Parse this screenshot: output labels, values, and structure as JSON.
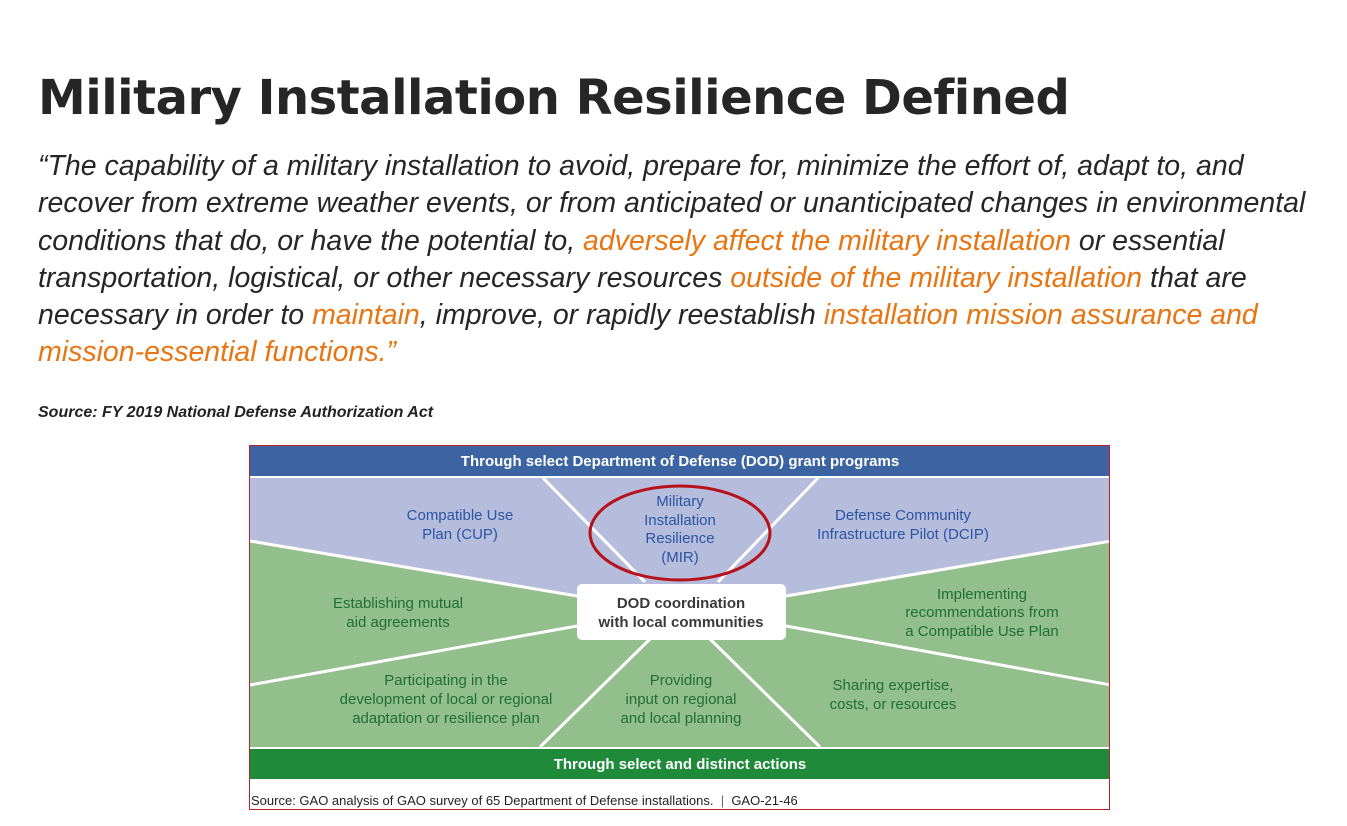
{
  "slide": {
    "title": "Military Installation Resilience Defined",
    "definition": {
      "open_quote": "“",
      "part1": "The capability of a military installation to avoid, prepare for, minimize the effort of, adapt to, and recover from extreme weather events, or from anticipated or unanticipated changes in environmental conditions that do, or have the potential to, ",
      "highlight1": "adversely affect the military installation",
      "part2": " or essential transportation, logistical, or other necessary resources ",
      "highlight2": "outside of the military installation",
      "part3": " that are necessary in order to ",
      "highlight3": "maintain",
      "part4": ", improve, or rapidly reestablish ",
      "highlight4": "installation mission assurance and mission-essential functions.",
      "close_quote": "”"
    },
    "source": "Source: FY 2019 National Defense Authorization Act"
  },
  "figure": {
    "top_banner": "Through select Department of Defense (DOD) grant programs",
    "bottom_banner": "Through select and distinct actions",
    "center_lines": [
      "DOD coordination",
      "with local communities"
    ],
    "grant_segments": {
      "cup": [
        "Compatible Use",
        "Plan (CUP)"
      ],
      "mir": [
        "Military",
        "Installation",
        "Resilience",
        "(MIR)"
      ],
      "dcip": [
        "Defense Community",
        "Infrastructure Pilot (DCIP)"
      ]
    },
    "action_segments": {
      "mutual_aid": [
        "Establishing mutual",
        "aid agreements"
      ],
      "implementing": [
        "Implementing",
        "recommendations from",
        "a Compatible Use Plan"
      ],
      "participating": [
        "Participating in the",
        "development of local or regional",
        "adaptation or resilience plan"
      ],
      "providing": [
        "Providing",
        "input on regional",
        "and local planning"
      ],
      "sharing": [
        "Sharing expertise,",
        "costs, or resources"
      ]
    },
    "source_text": "Source: GAO analysis of GAO survey of 65 Department of Defense installations.",
    "source_separator": "|",
    "report_id": "GAO-21-46",
    "colors": {
      "top_banner": "#3c64a3",
      "grant_area": "#b6bcdb",
      "grant_text": "#2a55a3",
      "bottom_banner": "#1f8a3a",
      "action_area": "#93bf8c",
      "action_text": "#1f6e35",
      "highlight_text": "#e87511",
      "mir_ring": "#b5121b",
      "figure_border": "#c0202a"
    }
  }
}
